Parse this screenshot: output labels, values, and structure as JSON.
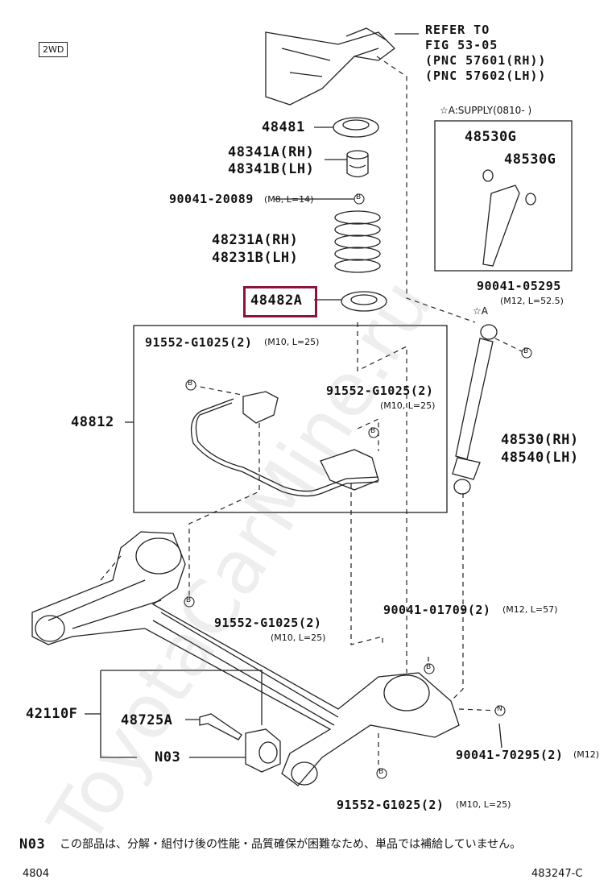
{
  "badge": "2WD",
  "refer": {
    "line1": "REFER TO",
    "line2": "FIG 53-05",
    "line3": "(PNC 57601(RH))",
    "line4": "(PNC 57602(LH))"
  },
  "supply": "☆A:SUPPLY(0810-     )",
  "watermark": "ToyotaCarMine.ru",
  "parts": {
    "p48481": "48481",
    "p48341a": "48341A(RH)",
    "p48341b": "48341B(LH)",
    "p90041_20089": "90041-20089",
    "p90041_20089_spec": "(M8, L=14)",
    "p48231a": "48231A(RH)",
    "p48231b": "48231B(LH)",
    "p48482a": "48482A",
    "p48530g_1": "48530G",
    "p48530g_2": "48530G",
    "p90041_05295": "90041-05295",
    "p90041_05295_spec": "(M12, L=52.5)",
    "star_a": "☆A",
    "p91552_a": "91552-G1025(2)",
    "p91552_a_spec": "(M10, L=25)",
    "p91552_b": "91552-G1025(2)",
    "p91552_b_spec": "(M10, L=25)",
    "p48812": "48812",
    "p48530": "48530(RH)",
    "p48540": "48540(LH)",
    "p91552_c": "91552-G1025(2)",
    "p91552_c_spec": "(M10, L=25)",
    "p90041_01709": "90041-01709(2)",
    "p90041_01709_spec": "(M12, L=57)",
    "p42110f": "42110F",
    "p48725a": "48725A",
    "pN03": "N03",
    "p90041_70295": "90041-70295(2)",
    "p90041_70295_spec": "(M12)",
    "p91552_d": "91552-G1025(2)",
    "p91552_d_spec": "(M10, L=25)"
  },
  "markers": {
    "B": "B",
    "N": "N"
  },
  "footnote": {
    "code": "N03",
    "text": "この部品は、分解・組付け後の性能・品質確保が困難なため、単品では補給していません。"
  },
  "footer": {
    "left": "4804",
    "right": "483247-C"
  }
}
